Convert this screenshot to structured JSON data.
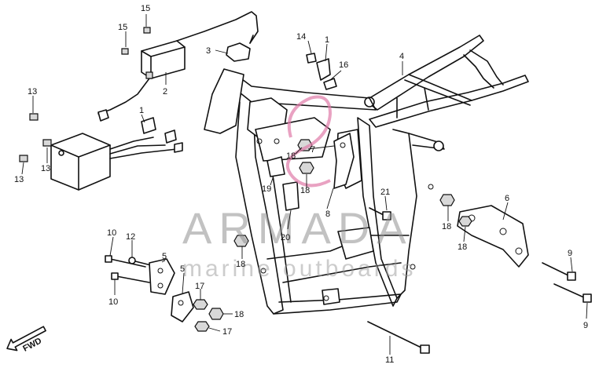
{
  "callouts": [
    {
      "id": "c15a",
      "text": "15"
    },
    {
      "id": "c15b",
      "text": "15"
    },
    {
      "id": "c3",
      "text": "3"
    },
    {
      "id": "c2",
      "text": "2"
    },
    {
      "id": "c14",
      "text": "14"
    },
    {
      "id": "c1a",
      "text": "1"
    },
    {
      "id": "c16",
      "text": "16"
    },
    {
      "id": "c4",
      "text": "4"
    },
    {
      "id": "c13a",
      "text": "13"
    },
    {
      "id": "c1b",
      "text": "1"
    },
    {
      "id": "c13b",
      "text": "13"
    },
    {
      "id": "c13c",
      "text": "13"
    },
    {
      "id": "c7",
      "text": "7"
    },
    {
      "id": "c18a",
      "text": "18"
    },
    {
      "id": "c19",
      "text": "19"
    },
    {
      "id": "c18b",
      "text": "18"
    },
    {
      "id": "c21",
      "text": "21"
    },
    {
      "id": "c8",
      "text": "8"
    },
    {
      "id": "c20",
      "text": "20"
    },
    {
      "id": "c6",
      "text": "6"
    },
    {
      "id": "c18c",
      "text": "18"
    },
    {
      "id": "c18d",
      "text": "18"
    },
    {
      "id": "c10a",
      "text": "10"
    },
    {
      "id": "c12",
      "text": "12"
    },
    {
      "id": "c5a",
      "text": "5"
    },
    {
      "id": "c5b",
      "text": "5"
    },
    {
      "id": "c18e",
      "text": "18"
    },
    {
      "id": "c10b",
      "text": "10"
    },
    {
      "id": "c17a",
      "text": "17"
    },
    {
      "id": "c18f",
      "text": "18"
    },
    {
      "id": "c17b",
      "text": "17"
    },
    {
      "id": "c9a",
      "text": "9"
    },
    {
      "id": "c9b",
      "text": "9"
    },
    {
      "id": "c11",
      "text": "11"
    }
  ],
  "direction_label": "FWD",
  "watermark": {
    "brand": "ARMADA",
    "tagline": "marine outboards"
  },
  "colors": {
    "line": "#111111",
    "watermark_text": "#8f8f8f",
    "watermark_logo": "#e07aa8"
  }
}
